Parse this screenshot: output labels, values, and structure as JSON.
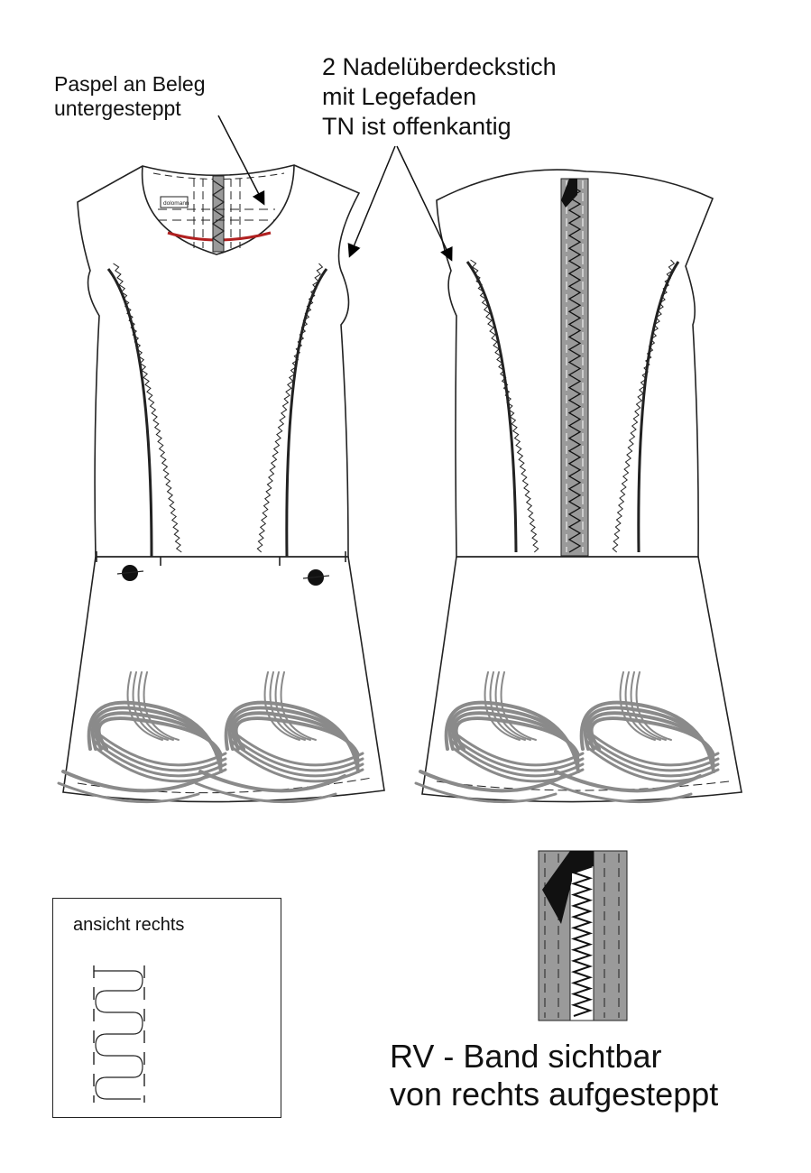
{
  "annotations": {
    "piping": "Paspel an Beleg\nuntergesteppt",
    "coverstitch": "2 Nadelüberdeckstich\nmit Legefaden\nTN ist offenkantig",
    "zipper_tape": "RV - Band sichtbar\nvon rechts aufgesteppt"
  },
  "inset": {
    "title": "ansicht rechts"
  },
  "label_tag": "dolomann",
  "colors": {
    "outline": "#222222",
    "embroidery": "#8a8a8a",
    "piping": "#b02020",
    "zipper_tape": "#9a9a9a"
  }
}
